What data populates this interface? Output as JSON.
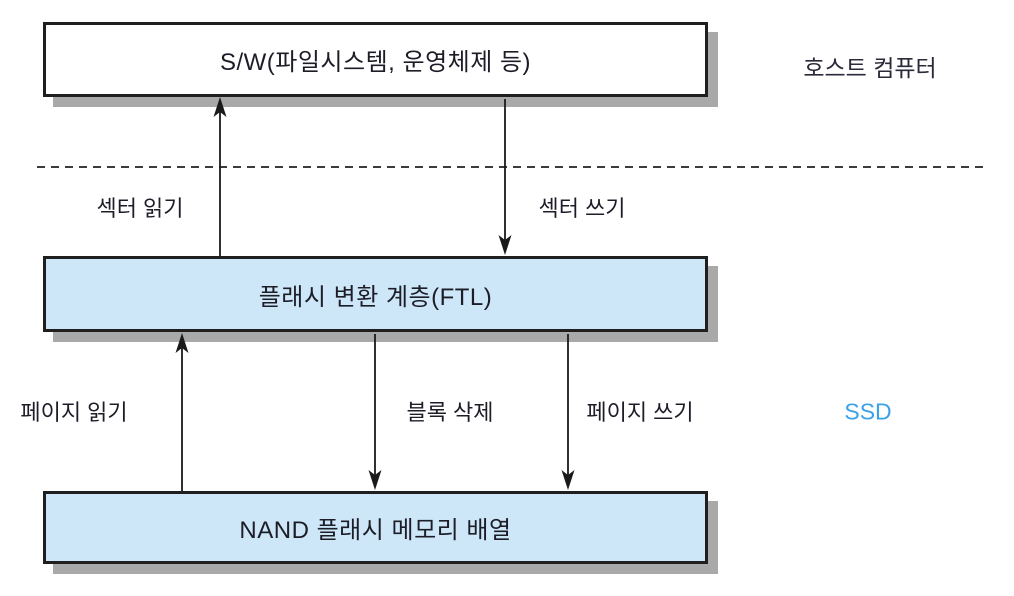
{
  "diagram": {
    "title_semantic": "SSD flash translation layer architecture",
    "boxes": {
      "software": {
        "label": "S/W(파일시스템, 운영체제 등)",
        "fill": "#ffffff"
      },
      "ftl": {
        "label": "플래시 변환 계층(FTL)",
        "fill": "#cde7f9"
      },
      "nand": {
        "label": "NAND 플래시 메모리 배열",
        "fill": "#cde7f9"
      }
    },
    "arrows": {
      "sector_read": {
        "label": "섹터 읽기",
        "direction": "up",
        "from": "ftl",
        "to": "software"
      },
      "sector_write": {
        "label": "섹터 쓰기",
        "direction": "down",
        "from": "software",
        "to": "ftl"
      },
      "page_read": {
        "label": "페이지 읽기",
        "direction": "up",
        "from": "nand",
        "to": "ftl"
      },
      "block_erase": {
        "label": "블록 삭제",
        "direction": "down",
        "from": "ftl",
        "to": "nand"
      },
      "page_write": {
        "label": "페이지 쓰기",
        "direction": "down",
        "from": "ftl",
        "to": "nand"
      }
    },
    "regions": {
      "host": {
        "label": "호스트 컴퓨터",
        "text_color": "#2a2a38"
      },
      "ssd": {
        "label": "SSD",
        "text_color": "#3ba1e8"
      }
    },
    "colors": {
      "background": "#ffffff",
      "box_border": "#1f1f1f",
      "box_shadow": "#a9a9a9",
      "box_fill_blue": "#cde7f9",
      "text": "#1d1d28",
      "dashed_line": "#3c3c3c",
      "arrow": "#1a1a1a"
    }
  }
}
